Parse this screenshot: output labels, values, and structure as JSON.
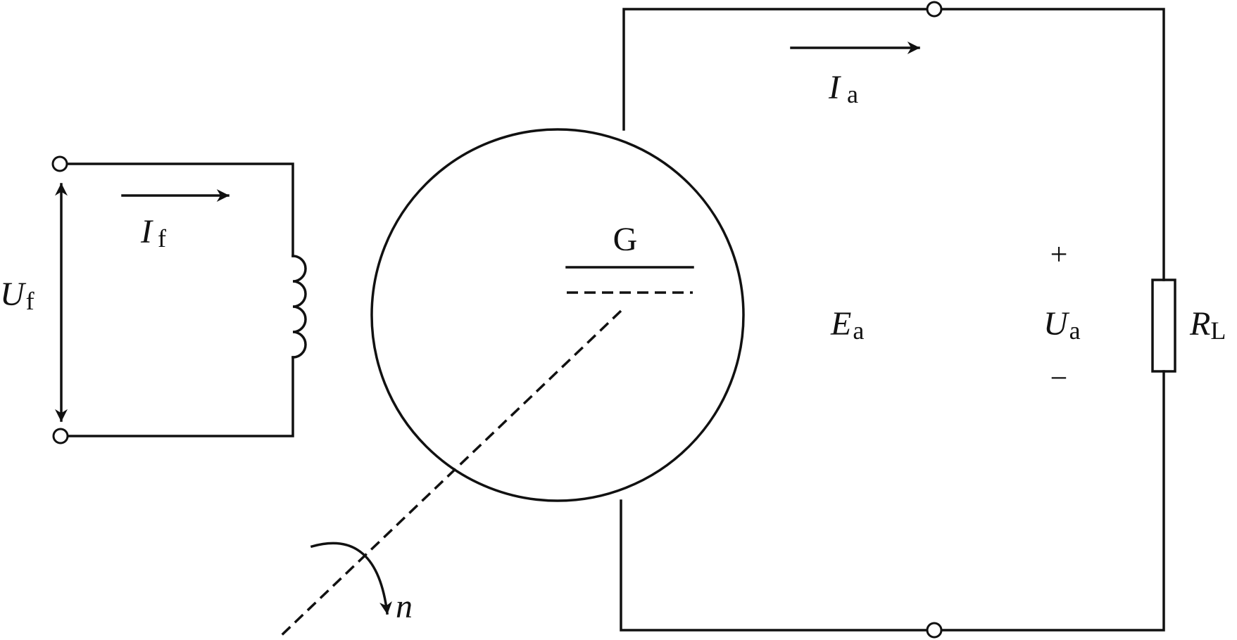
{
  "excitation": {
    "voltage": {
      "symbol": "U",
      "subscript": "f"
    },
    "current": {
      "symbol": "I",
      "subscript": "f"
    }
  },
  "generator": {
    "name": "G",
    "emf": {
      "symbol": "E",
      "subscript": "a"
    },
    "speed": {
      "symbol": "n"
    }
  },
  "armature": {
    "current": {
      "symbol": "I",
      "subscript": "a"
    },
    "voltage": {
      "symbol": "U",
      "subscript": "a"
    },
    "plus_sign": "+",
    "minus_sign": "−"
  },
  "load": {
    "resistor": {
      "symbol": "R",
      "subscript": "L"
    }
  }
}
